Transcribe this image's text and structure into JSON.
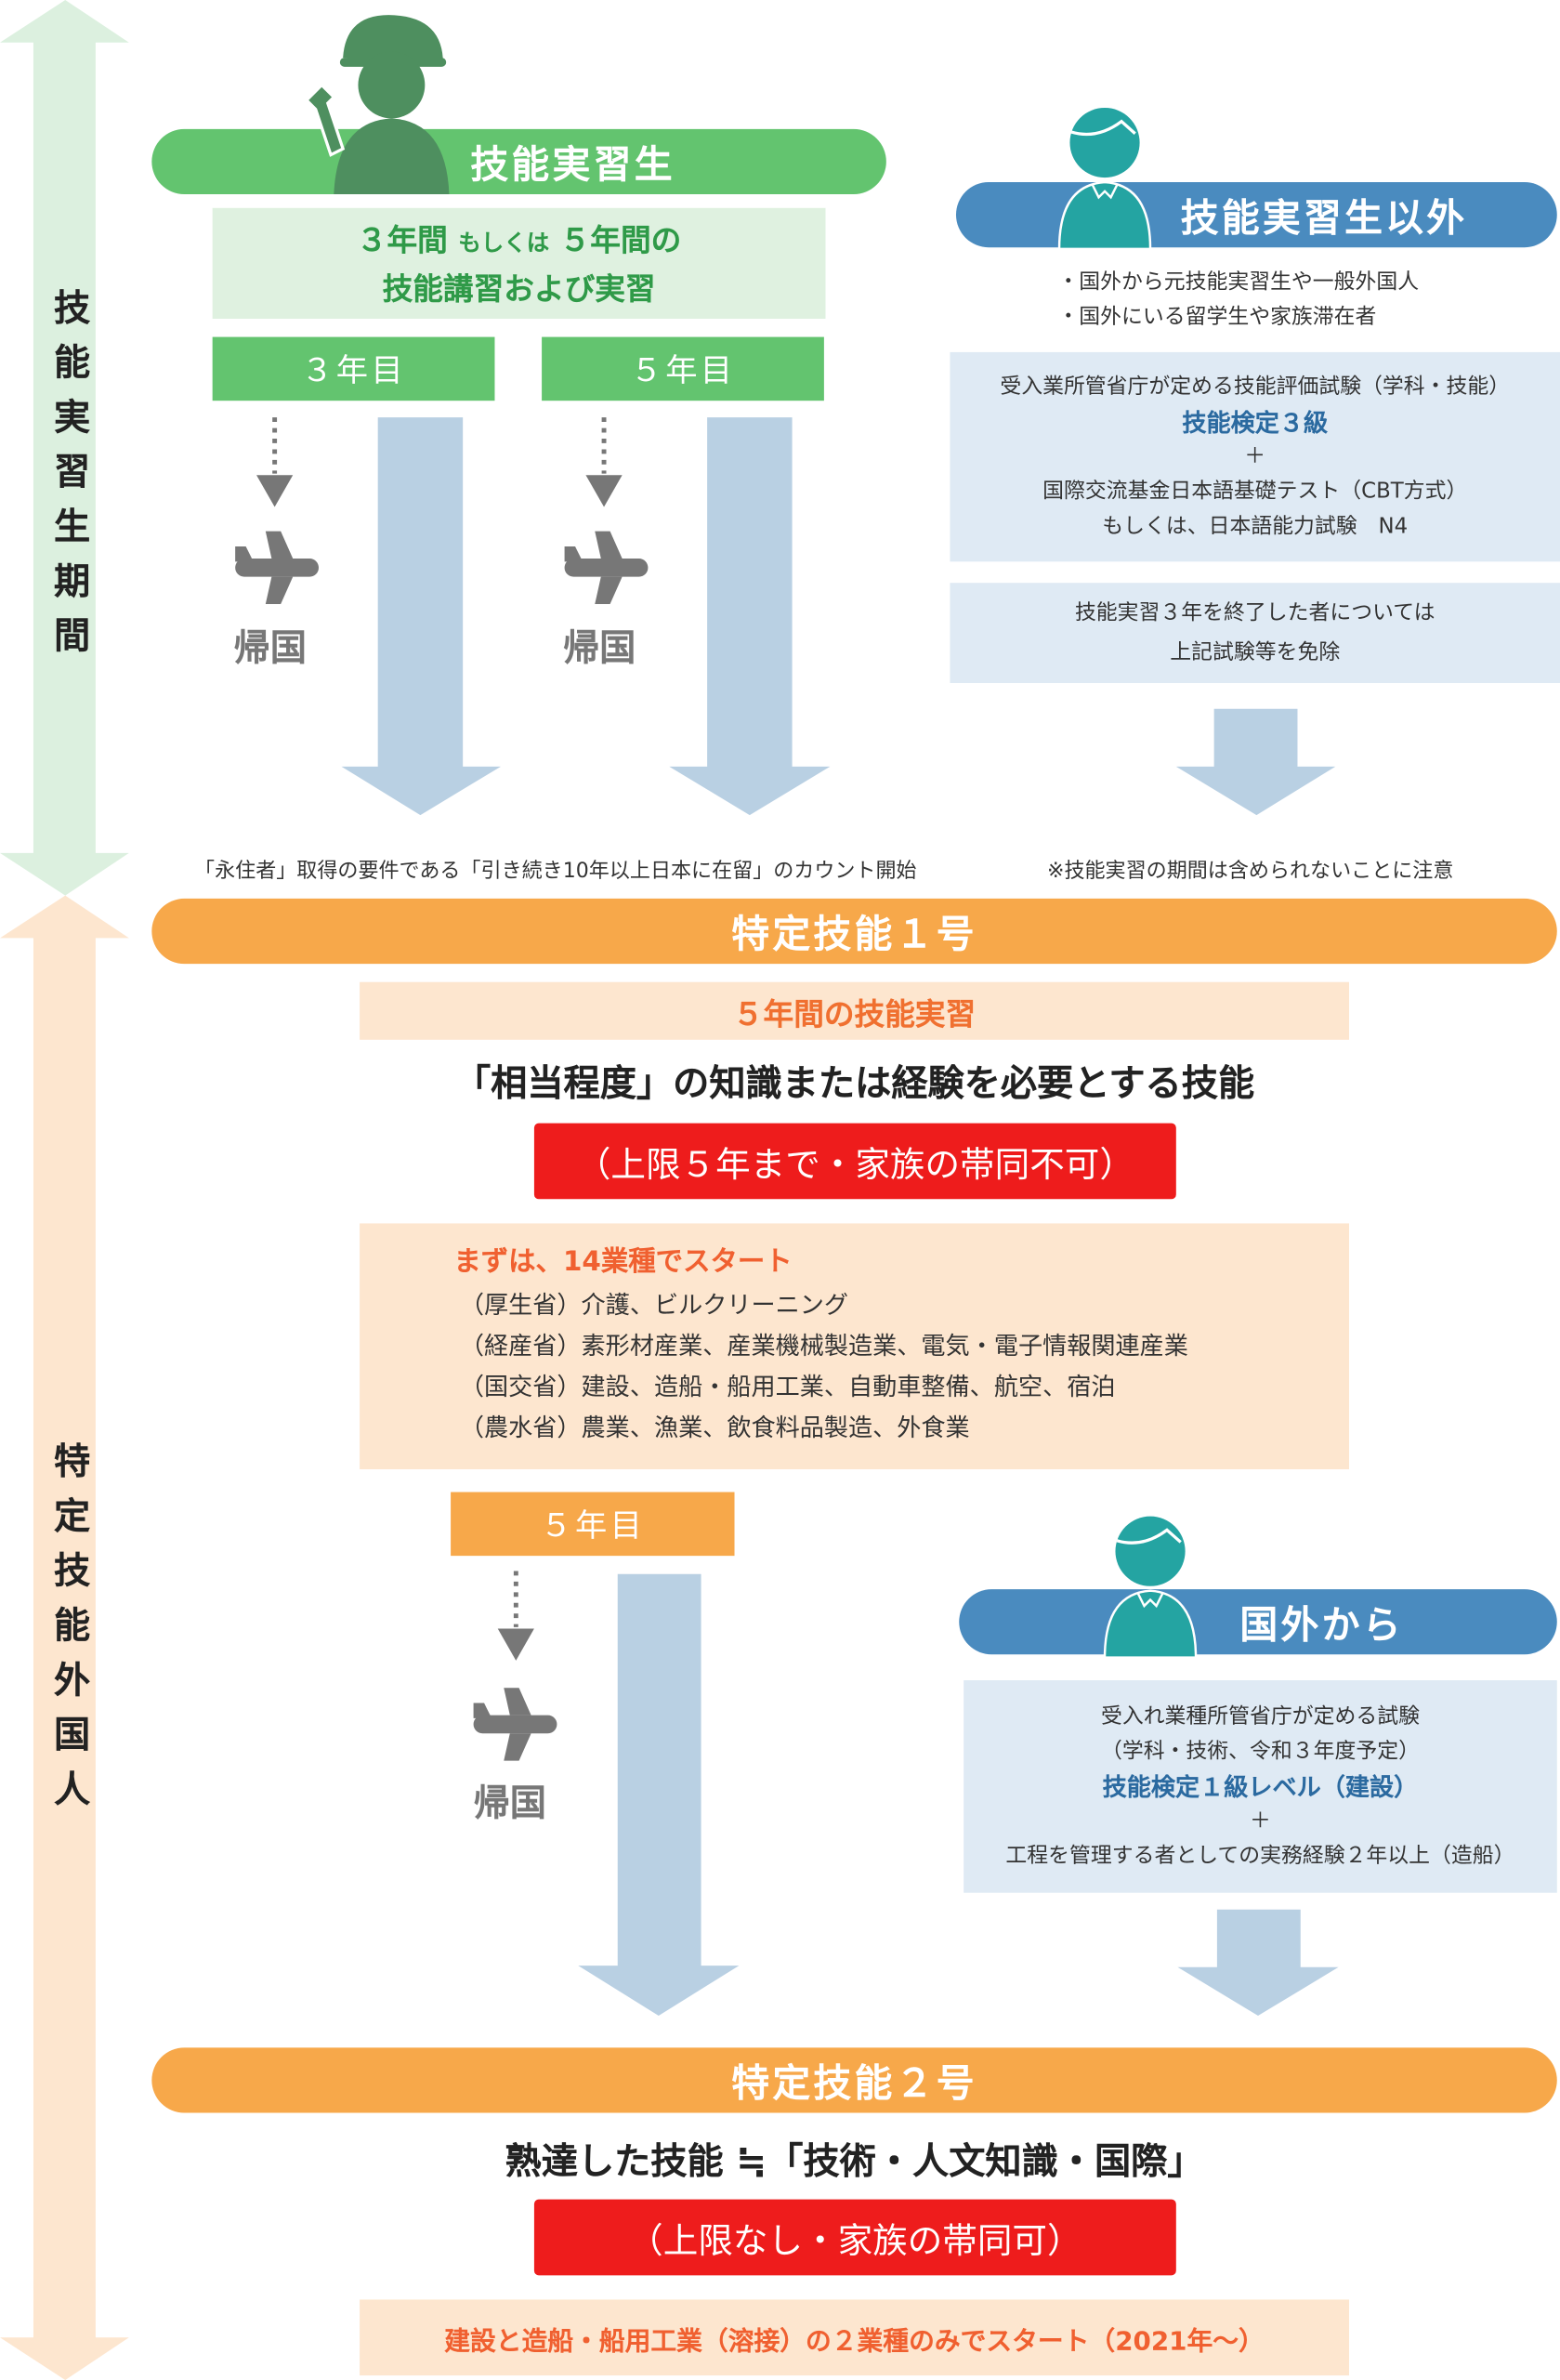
{
  "sidebar": {
    "period_trainee": "技能実習生期間",
    "period_specified": "特定技能外国人"
  },
  "trainee": {
    "title": "技能実習生",
    "duration_line1_a": "３年間",
    "duration_line1_b": "もしくは",
    "duration_line1_c": "５年間の",
    "duration_line2": "技能講習および実習",
    "year3": "３年目",
    "year5": "５年目",
    "return": "帰国"
  },
  "non_trainee": {
    "title": "技能実習生以外",
    "bullets": [
      "・国外から元技能実習生や一般外国人",
      "・国外にいる留学生や家族滞在者"
    ],
    "exam_lines": [
      "受入業所管省庁が定める技能評価試験（学科・技能）",
      "技能検定３級",
      "＋",
      "国際交流基金日本語基礎テスト（CBT方式）",
      "もしくは、日本語能力試験　N4"
    ],
    "exempt_lines": [
      "技能実習３年を終了した者については",
      "上記試験等を免除"
    ]
  },
  "notes": {
    "left": "「永住者」取得の要件である「引き続き10年以上日本に在留」のカウント開始",
    "right": "※技能実習の期間は含められないことに注意"
  },
  "tokutei1": {
    "title": "特定技能１号",
    "subtitle": "５年間の技能実習",
    "desc": "「相当程度」の知識または経験を必要とする技能",
    "limit": "（上限５年まで・家族の帯同不可）",
    "industries_title": "まずは、14業種でスタート",
    "industries": [
      "（厚生省）介護、ビルクリーニング",
      "（経産省）素形材産業、産業機械製造業、電気・電子情報関連産業",
      "（国交省）建設、造船・船用工業、自動車整備、航空、宿泊",
      "（農水省）農業、漁業、飲食料品製造、外食業"
    ],
    "year5": "５年目",
    "return": "帰国"
  },
  "overseas": {
    "title": "国外から",
    "exam_lines": [
      "受入れ業種所管省庁が定める試験",
      "（学科・技術、令和３年度予定）",
      "技能検定１級レベル（建設）",
      "＋",
      "工程を管理する者としての実務経験２年以上（造船）"
    ]
  },
  "tokutei2": {
    "title": "特定技能２号",
    "desc": "熟達した技能 ≒「技術・人文知識・国際」",
    "limit": "（上限なし・家族の帯同可）",
    "start": "建設と造船・船用工業（溶接）の２業種のみでスタート（2021年〜）"
  },
  "colors": {
    "green": "#63c46f",
    "blue": "#4a8bbf",
    "orange": "#f7a84a",
    "red": "#ee1c1c",
    "arrow": "#b9d0e3"
  }
}
